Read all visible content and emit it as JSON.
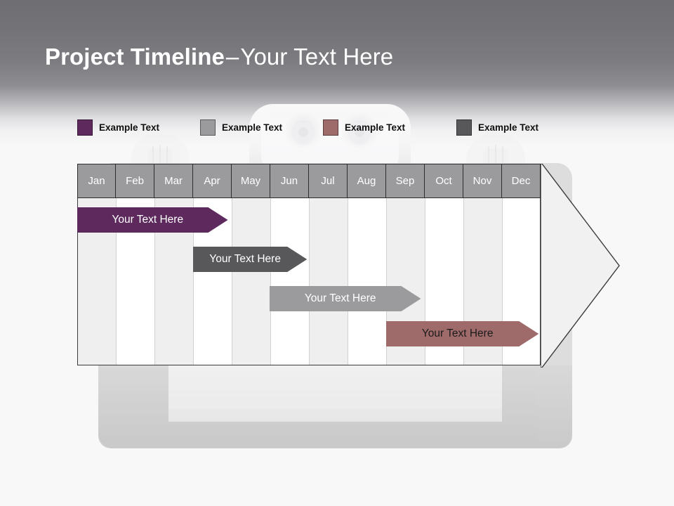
{
  "slide": {
    "title_bold": "Project Timeline",
    "title_dash": "–",
    "title_light": "Your Text Here"
  },
  "colors": {
    "purple": "#5e2a5e",
    "light_gray": "#9b9b9e",
    "mauve": "#9e6a6a",
    "dark_gray": "#58585a",
    "header_gray": "#9b9b9e",
    "stripe_gray": "#efefef",
    "stripe_white": "#ffffff",
    "title_text": "#ffffff",
    "grid_line": "#2e2e2e"
  },
  "legend": {
    "items": [
      {
        "label": "Example Text",
        "color": "#5e2a5e",
        "swatch_name": "legend-swatch-purple"
      },
      {
        "label": "Example Text",
        "color": "#9b9b9e",
        "swatch_name": "legend-swatch-light-gray"
      },
      {
        "label": "Example Text",
        "color": "#9e6a6a",
        "swatch_name": "legend-swatch-mauve"
      },
      {
        "label": "Example Text",
        "color": "#58585a",
        "swatch_name": "legend-swatch-dark-gray"
      }
    ]
  },
  "chart_data": {
    "type": "bar",
    "title": "Project Timeline – Your Text Here",
    "xlabel": "",
    "ylabel": "",
    "orientation": "horizontal",
    "grid": true,
    "legend_position": "top",
    "categories": [
      "Jan",
      "Feb",
      "Mar",
      "Apr",
      "May",
      "Jun",
      "Jul",
      "Aug",
      "Sep",
      "Oct",
      "Nov",
      "Dec"
    ],
    "series": [
      {
        "name": "Example Text",
        "label": "Your Text Here",
        "color": "#5e2a5e",
        "text_color": "#ffffff",
        "start_month": "Jan",
        "end_month": "Apr",
        "start_index": 0,
        "end_index": 3.9,
        "row": 0
      },
      {
        "name": "Example Text",
        "label": "Your Text Here",
        "color": "#58585a",
        "text_color": "#ffffff",
        "start_month": "Apr",
        "end_month": "Jun",
        "start_index": 3.0,
        "end_index": 5.95,
        "row": 1
      },
      {
        "name": "Example Text",
        "label": "Your Text Here",
        "color": "#9b9b9e",
        "text_color": "#ffffff",
        "start_month": "Jun",
        "end_month": "Sep",
        "start_index": 4.98,
        "end_index": 8.9,
        "row": 2
      },
      {
        "name": "Example Text",
        "label": "Your Text Here",
        "color": "#9e6a6a",
        "text_color": "#1b1b1b",
        "start_month": "Sep",
        "end_month": "Dec",
        "start_index": 8.0,
        "end_index": 11.95,
        "row": 3
      }
    ]
  }
}
